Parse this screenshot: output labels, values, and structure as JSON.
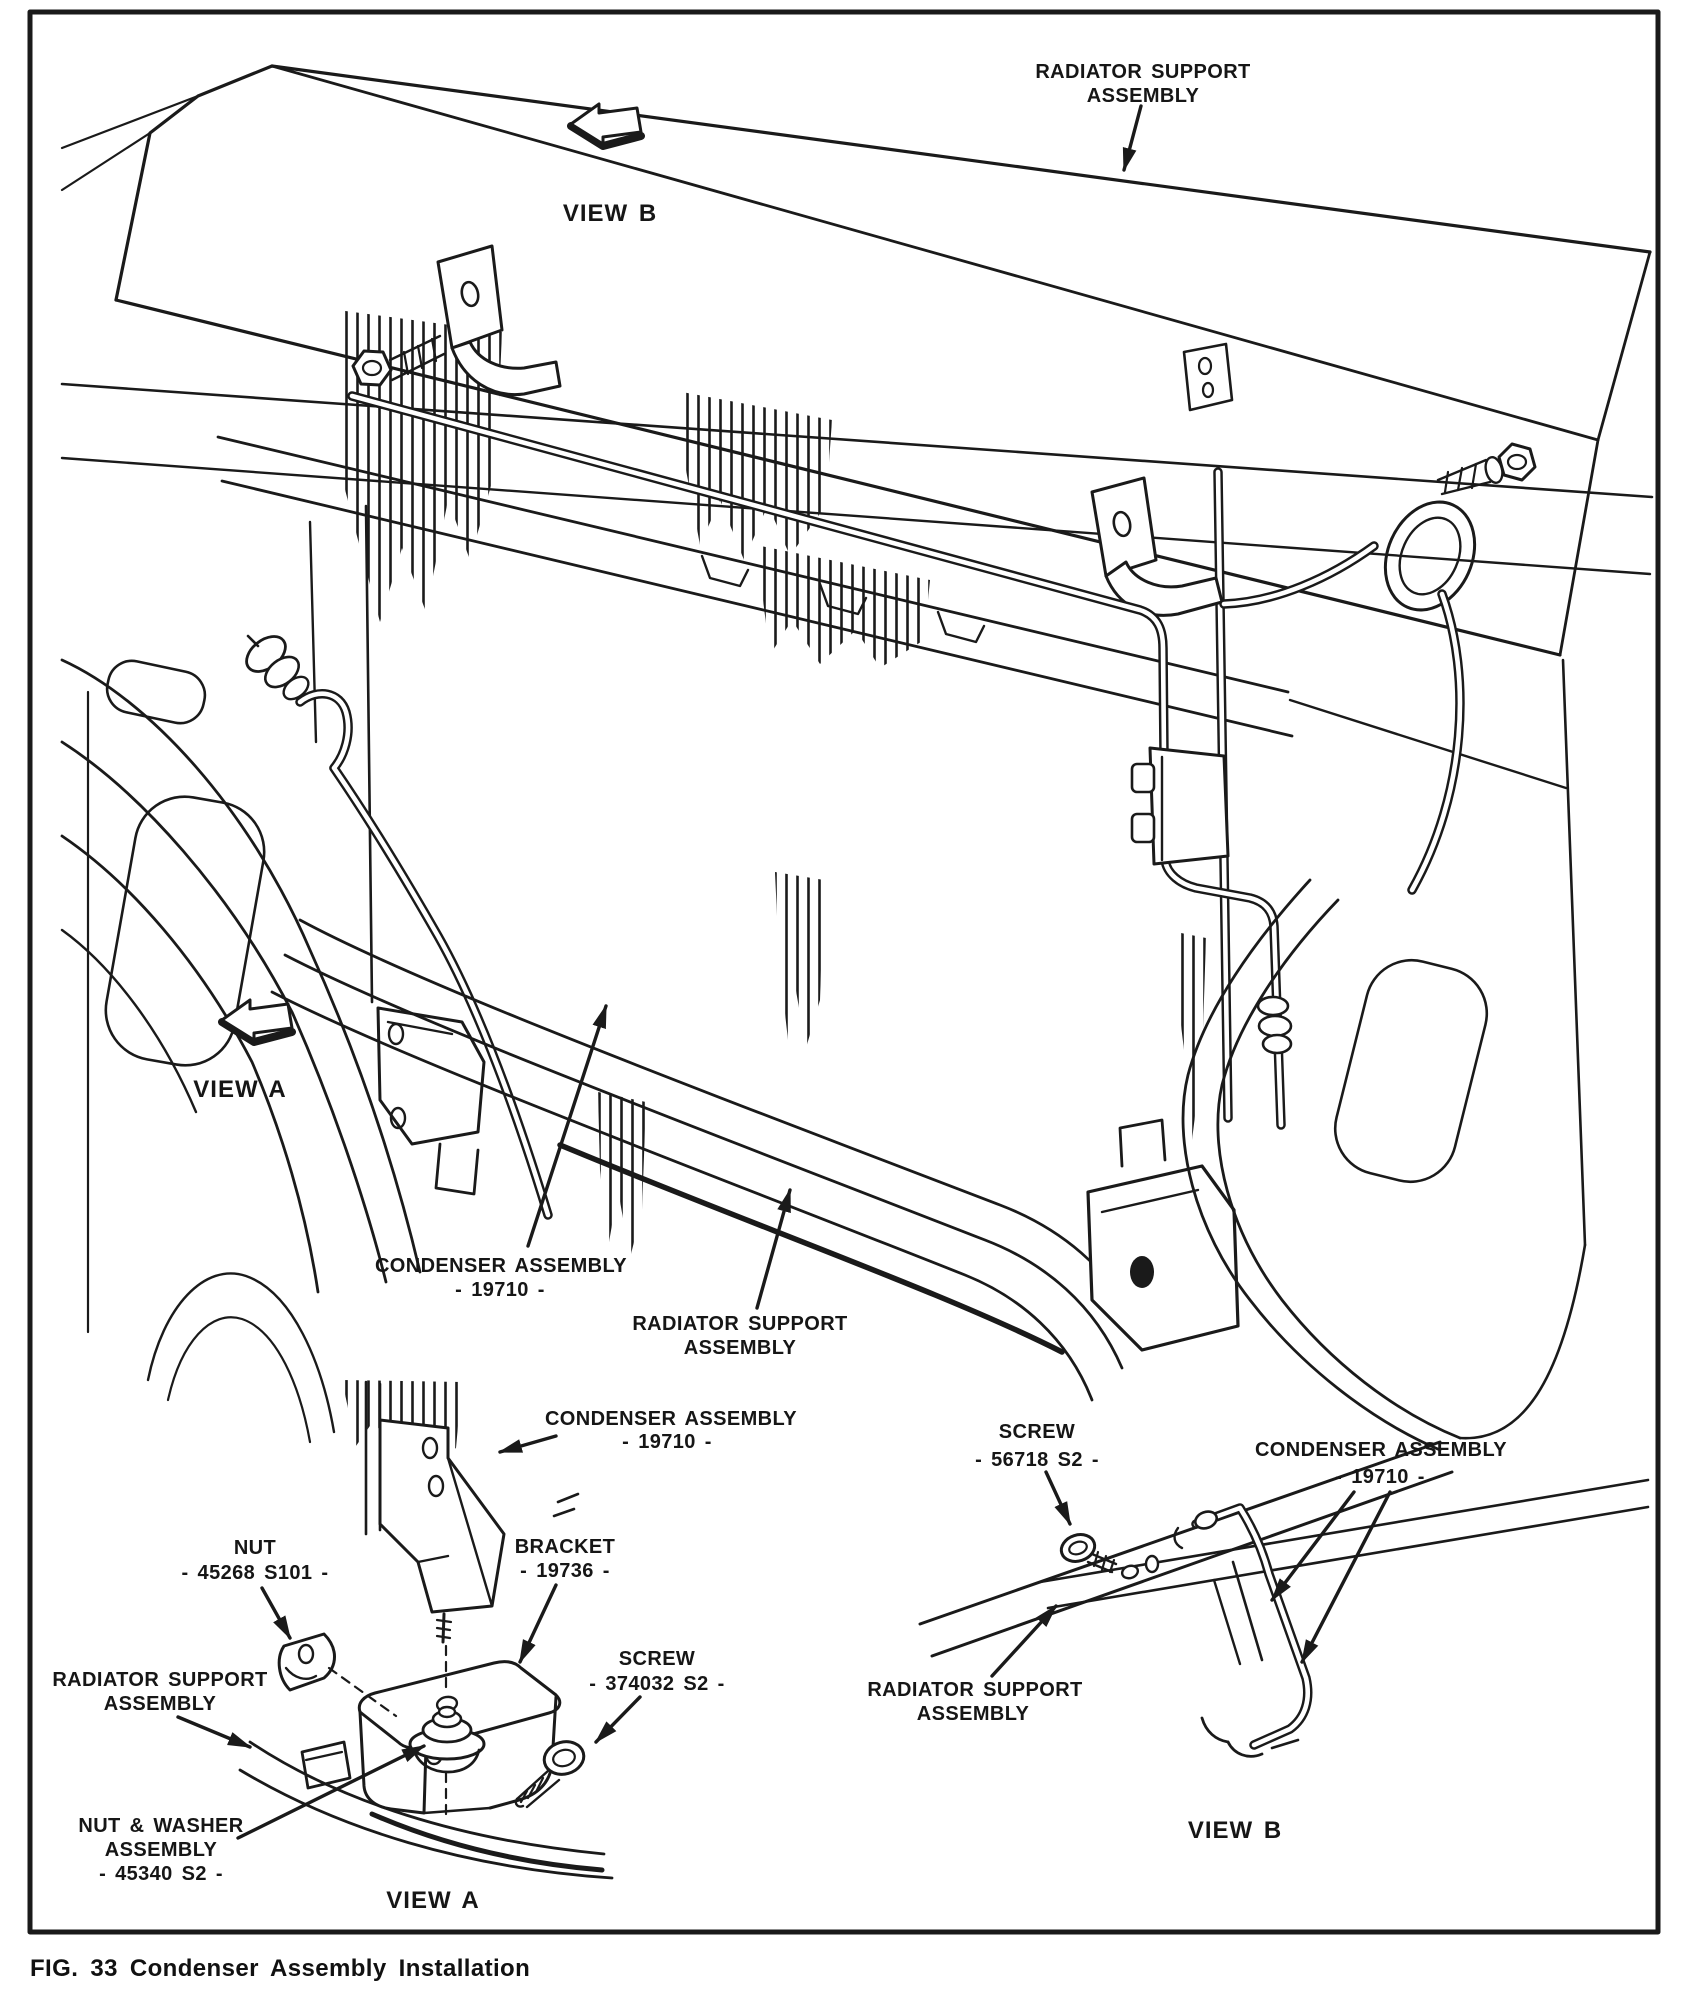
{
  "colors": {
    "ink": "#1a1a1a",
    "paper": "#ffffff"
  },
  "figure": {
    "caption": "FIG. 33 Condenser Assembly Installation"
  },
  "main_view": {
    "labels": {
      "radiator_support_top": [
        "RADIATOR SUPPORT",
        "ASSEMBLY"
      ],
      "condenser": [
        "CONDENSER ASSEMBLY",
        "- 19710 -"
      ],
      "radiator_support_bottom": [
        "RADIATOR SUPPORT",
        "ASSEMBLY"
      ],
      "view_a_marker": "VIEW A",
      "view_b_marker": "VIEW B"
    }
  },
  "view_a": {
    "title": "VIEW A",
    "labels": {
      "condenser": [
        "CONDENSER ASSEMBLY",
        "- 19710 -"
      ],
      "nut": [
        "NUT",
        "- 45268 S101 -"
      ],
      "bracket": [
        "BRACKET",
        "- 19736 -"
      ],
      "radiator_support": [
        "RADIATOR SUPPORT",
        "ASSEMBLY"
      ],
      "screw": [
        "SCREW",
        "- 374032 S2 -"
      ],
      "nut_washer": [
        "NUT & WASHER",
        "ASSEMBLY",
        "- 45340 S2 -"
      ]
    }
  },
  "view_b": {
    "title": "VIEW B",
    "labels": {
      "screw": [
        "SCREW",
        "- 56718 S2 -"
      ],
      "condenser": [
        "CONDENSER ASSEMBLY",
        "- 19710 -"
      ],
      "radiator_support": [
        "RADIATOR SUPPORT",
        "ASSEMBLY"
      ]
    }
  }
}
